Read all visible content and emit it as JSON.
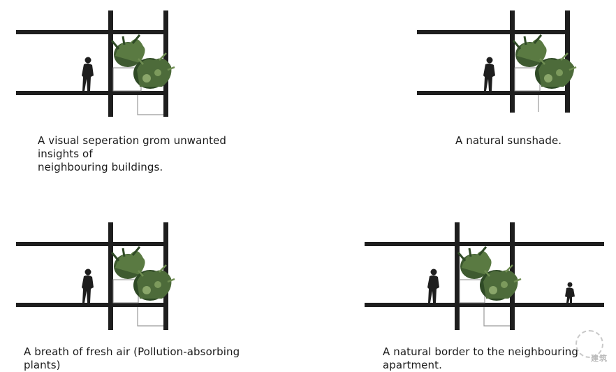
{
  "panels": [
    {
      "id": "top-left",
      "caption": "A visual seperation grom unwanted insights of\nneighbouring buildings."
    },
    {
      "id": "top-right",
      "caption": "A natural sunshade."
    },
    {
      "id": "bottom-left",
      "caption": "A breath of fresh air (Pollution-absorbing plants)"
    },
    {
      "id": "bottom-right",
      "caption": "A natural border to the neighbouring apartment."
    }
  ],
  "colors": {
    "structure": "#1e1e1e",
    "plant_dark": "#2f4a26",
    "plant_mid": "#4d6b3a",
    "plant_light": "#8aa66a",
    "railing": "#9a9a9a",
    "caption": "#1a1a1a"
  },
  "watermark": "建筑"
}
